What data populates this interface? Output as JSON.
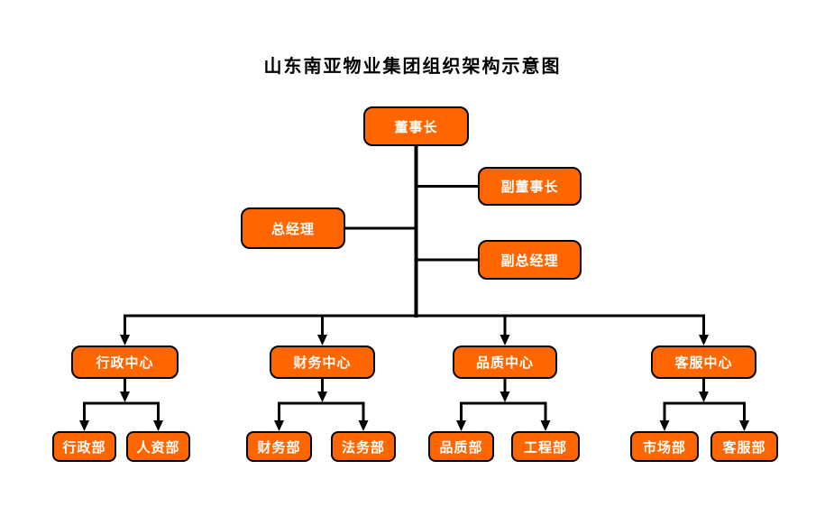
{
  "title": "山东南亚物业集团组织架构示意图",
  "colors": {
    "background": "#FFFFFF",
    "title_text": "#000000",
    "node_fill": "#FF6600",
    "node_border": "#000000",
    "node_text": "#FFFFFF",
    "connector": "#000000"
  },
  "org": {
    "root": {
      "id": "chairman",
      "label": "董事长"
    },
    "staff": [
      {
        "id": "vice-chairman",
        "label": "副董事长",
        "side": "right"
      },
      {
        "id": "general-manager",
        "label": "总经理",
        "side": "left"
      },
      {
        "id": "deputy-general-manager",
        "label": "副总经理",
        "side": "right"
      }
    ],
    "centers": [
      {
        "id": "admin-center",
        "label": "行政中心",
        "departments": [
          {
            "id": "admin-dept",
            "label": "行政部"
          },
          {
            "id": "hr-dept",
            "label": "人资部"
          }
        ]
      },
      {
        "id": "finance-center",
        "label": "财务中心",
        "departments": [
          {
            "id": "finance-dept",
            "label": "财务部"
          },
          {
            "id": "legal-dept",
            "label": "法务部"
          }
        ]
      },
      {
        "id": "quality-center",
        "label": "品质中心",
        "departments": [
          {
            "id": "quality-dept",
            "label": "品质部"
          },
          {
            "id": "engineering-dept",
            "label": "工程部"
          }
        ]
      },
      {
        "id": "service-center",
        "label": "客服中心",
        "departments": [
          {
            "id": "market-dept",
            "label": "市场部"
          },
          {
            "id": "service-dept",
            "label": "客服部"
          }
        ]
      }
    ]
  }
}
